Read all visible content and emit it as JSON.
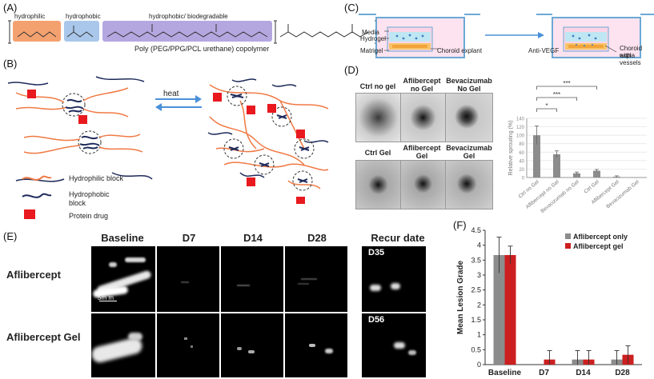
{
  "panels": {
    "A": {
      "label": "(A)",
      "segments": {
        "hydrophilic": "hydrophilic",
        "hydrophobic": "hydrophobic",
        "biodegradable": "hydrophobic/ biodegradable"
      },
      "caption": "Poly (PEG/PPG/PCL urethane) copolymer",
      "colors": {
        "hydrophilic": "#f4a170",
        "hydrophobic": "#a9c7ea",
        "biodegradable": "#b4a7e0"
      }
    },
    "B": {
      "label": "(B)",
      "arrow_label": "heat",
      "legend": {
        "hydrophilic": "Hydrophilic block",
        "hydrophobic_1": "Hydrophobic",
        "hydrophobic_2": "block",
        "drug": "Protein drug"
      },
      "colors": {
        "hydrophilic": "#f07a45",
        "hydrophobic": "#1e2a5a",
        "drug": "#e8191f",
        "arrow": "#4a90d9"
      }
    },
    "C": {
      "label": "(C)",
      "labels": {
        "media": "Media",
        "hydrogel": "Hydrogel",
        "matrigel": "Matrigel",
        "explant": "Choroid explant",
        "antivegf": "Anti-VEGF",
        "explant_vessels_1": "Choroid expla",
        "explant_vessels_2": "with vessels"
      }
    },
    "D": {
      "label": "(D)",
      "image_titles": [
        [
          "Ctrl no gel"
        ],
        [
          "Aflibercept",
          "no Gel"
        ],
        [
          "Bevacizumab",
          "No Gel"
        ],
        [
          "Ctrl Gel"
        ],
        [
          "Aflibercept",
          "Gel"
        ],
        [
          "Bevacizumab",
          "Gel"
        ]
      ],
      "significance": [
        "*",
        "***",
        "***"
      ]
    },
    "E": {
      "label": "(E)",
      "col_headers": [
        "Baseline",
        "D7",
        "D14",
        "D28",
        "Recur date"
      ],
      "row_labels": [
        "Aflibercept",
        "Aflibercept Gel"
      ],
      "recur_labels": [
        "D35",
        "D56"
      ],
      "scale_bar": "5m m"
    },
    "F": {
      "label": "(F)"
    }
  },
  "chart_data": [
    {
      "type": "bar",
      "panel": "D",
      "categories": [
        "Ctrl no Gel",
        "Aflibercept no Gel",
        "Bevacizumab no Gel",
        "Ctrl Gel",
        "Aflibercept Gel",
        "Bevacizumab Gel"
      ],
      "values": [
        100,
        55,
        10,
        16,
        2,
        0
      ],
      "errors": [
        22,
        8,
        3,
        3,
        2,
        0
      ],
      "ylabel": "Relative sprouting (%)",
      "ylim": [
        0,
        140
      ],
      "yticks": [
        0,
        20,
        40,
        60,
        80,
        100,
        120,
        140
      ],
      "grid": true,
      "color": "#8c8c8c"
    },
    {
      "type": "bar",
      "panel": "F",
      "categories": [
        "Baseline",
        "D7",
        "D14",
        "D28"
      ],
      "series": [
        {
          "name": "Aflibercept only",
          "values": [
            3.67,
            0,
            0.17,
            0.17
          ],
          "errors": [
            0.6,
            0,
            0.3,
            0.3
          ],
          "color": "#8c8c8c"
        },
        {
          "name": "Aflibercept gel",
          "values": [
            3.67,
            0.17,
            0.17,
            0.33
          ],
          "errors": [
            0.3,
            0.3,
            0.3,
            0.3
          ],
          "color": "#cc1f1f"
        }
      ],
      "ylabel": "Mean Lesion Grade",
      "ylim": [
        0,
        4.5
      ],
      "yticks": [
        "0",
        "0.5",
        "1",
        "1.5",
        "2",
        "2.5",
        "3",
        "3.5",
        "4",
        "4.5"
      ],
      "grid": false,
      "legend": "top-right"
    }
  ]
}
